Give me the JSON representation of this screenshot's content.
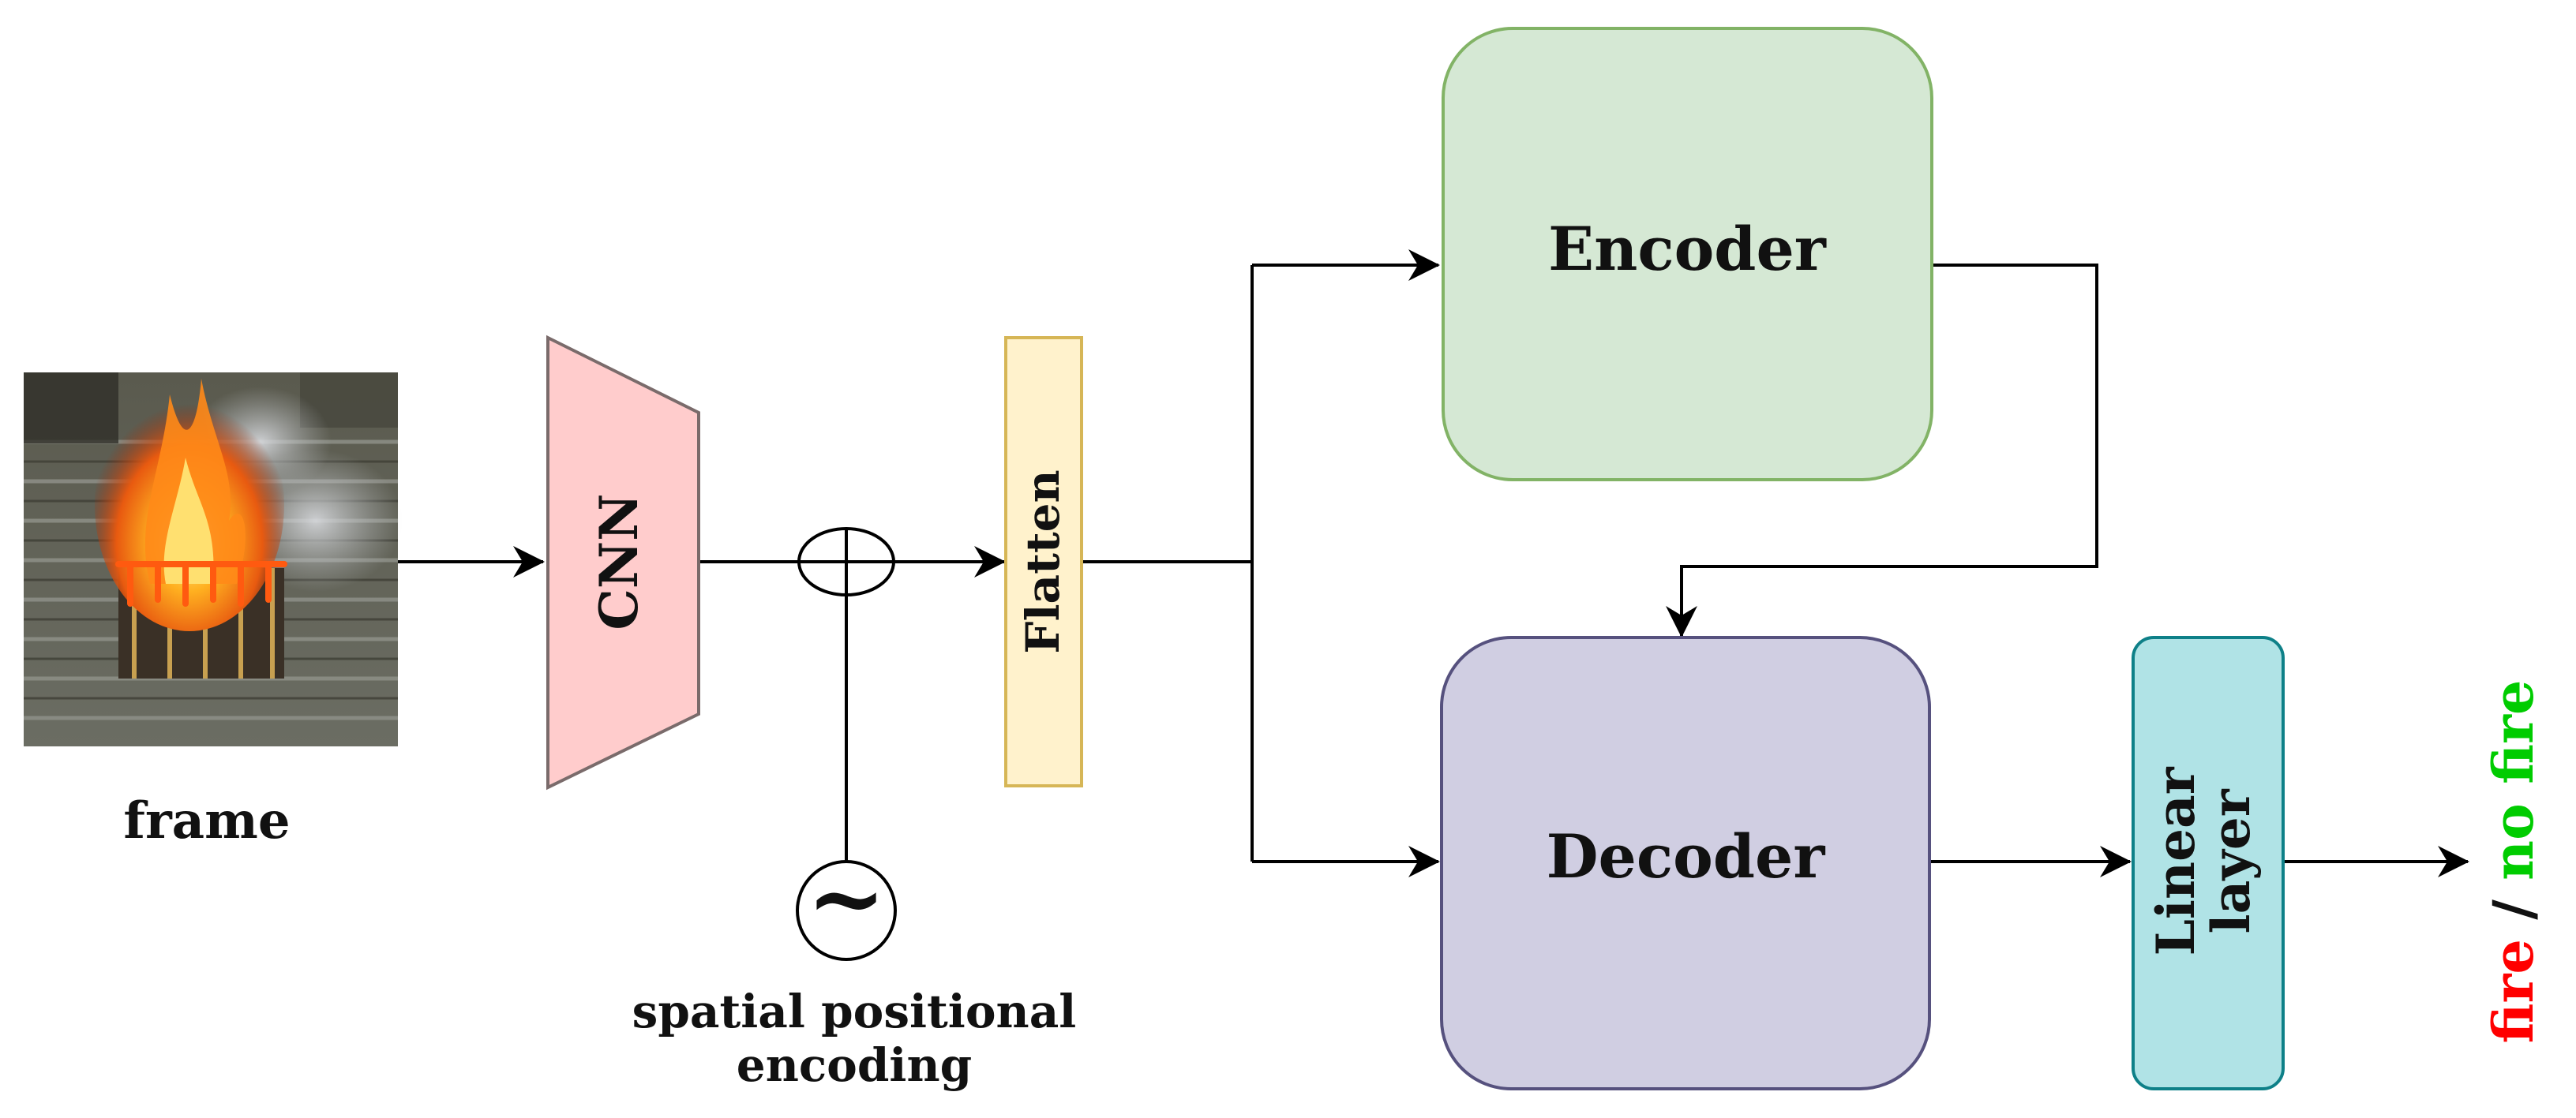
{
  "frame": {
    "label": "frame"
  },
  "cnn": {
    "label": "CNN",
    "fill": "#ffcccc",
    "stroke": "#7a6b6b"
  },
  "positional_encoding": {
    "symbol": "~",
    "label_line1": "spatial positional",
    "label_line2": "encoding"
  },
  "flatten": {
    "label": "Flatten",
    "fill": "#fff2cc",
    "stroke": "#d6b656"
  },
  "encoder": {
    "label": "Encoder",
    "fill": "#d5e8d4",
    "stroke": "#82b366"
  },
  "decoder": {
    "label": "Decoder",
    "fill": "#d0cee2",
    "stroke": "#56517e"
  },
  "linear_layer": {
    "label_line1": "Linear",
    "label_line2": "layer",
    "fill": "#b0e3e6",
    "stroke": "#0e8088"
  },
  "output": {
    "fire": "fire",
    "separator": " / ",
    "no_fire": "no fire",
    "fire_color": "#ff0000",
    "no_fire_color": "#00cc00"
  }
}
